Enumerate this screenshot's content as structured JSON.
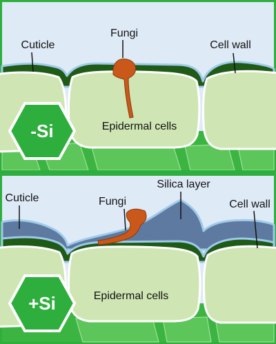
{
  "colors": {
    "frame": "#2eae3c",
    "sky": "#dfeaf7",
    "cell_fill": "#cfe6b4",
    "cell_stroke": "#ffffff",
    "cuticle": "#1f5a17",
    "cuticle_edge": "#9fcbe9",
    "silica": "#5f7aa1",
    "fungi": "#c9581a",
    "deep_tissue": "#3bb442",
    "badge_fill": "#2eae3c",
    "badge_text": "#ffffff"
  },
  "panels": [
    {
      "badge": "-Si",
      "labels": {
        "cuticle": "Cuticle",
        "fungi": "Fungi",
        "cell_wall": "Cell wall",
        "epidermal_cells": "Epidermal cells"
      }
    },
    {
      "badge": "+Si",
      "labels": {
        "cuticle": "Cuticle",
        "fungi": "Fungi",
        "silica_layer": "Silica layer",
        "cell_wall": "Cell wall",
        "epidermal_cells": "Epidermal cells"
      }
    }
  ]
}
